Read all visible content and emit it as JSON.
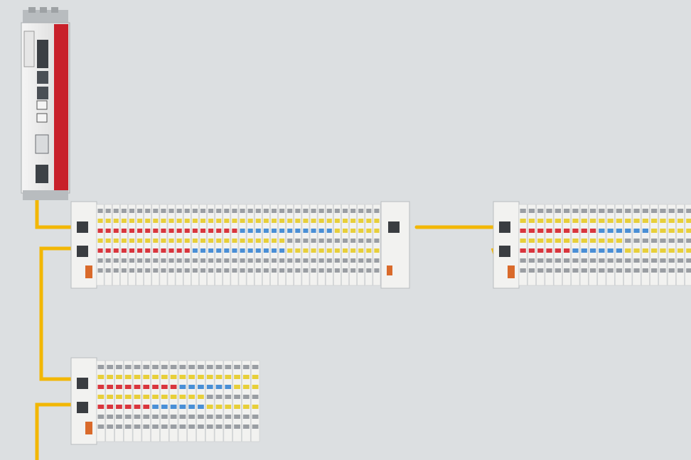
{
  "controller": {
    "kind": "industrial-pc",
    "brand_strip_color": "#c8202a"
  },
  "cable_color": "#f2b705",
  "terminal_colors": {
    "red": "#d9363e",
    "blue": "#4a8fd6",
    "yellow": "#e7cf3a",
    "gray": "#9a9ea3",
    "housing": "#f2f2f0"
  },
  "stations": [
    {
      "id": "station-1",
      "modules": 36
    },
    {
      "id": "station-2",
      "modules": 20
    },
    {
      "id": "station-3",
      "modules": 18
    }
  ]
}
